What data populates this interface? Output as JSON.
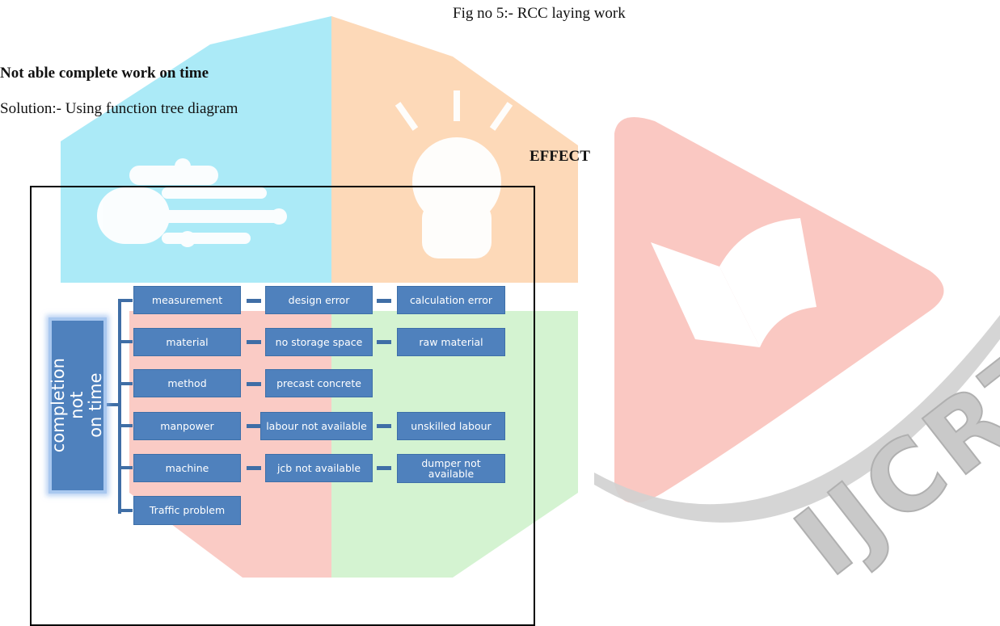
{
  "document": {
    "fig_caption": "Fig no 5:- RCC laying work",
    "heading": "Not able complete work on time",
    "solution_line": "Solution:- Using function tree diagram",
    "effect_label": "EFFECT"
  },
  "watermark": {
    "text": "IJCRT",
    "colors": {
      "cyan": "#8fe3f4",
      "orange": "#fdd0a6",
      "red": "#f8b5ad",
      "green": "#c6efc2",
      "gray": "#d0d0d0"
    }
  },
  "diagram": {
    "root": "completion not\non time",
    "box_color": "#4f81bd",
    "rows": [
      {
        "category": "measurement",
        "level2": "design error",
        "level3": "calculation error"
      },
      {
        "category": "material",
        "level2": "no storage space",
        "level3": "raw material"
      },
      {
        "category": "method",
        "level2": "precast concrete",
        "level3": ""
      },
      {
        "category": "manpower",
        "level2": "labour not available",
        "level3": "unskilled labour"
      },
      {
        "category": "machine",
        "level2": "jcb not available",
        "level3": "dumper not available"
      },
      {
        "category": "Traffic problem",
        "level2": "",
        "level3": ""
      }
    ]
  }
}
